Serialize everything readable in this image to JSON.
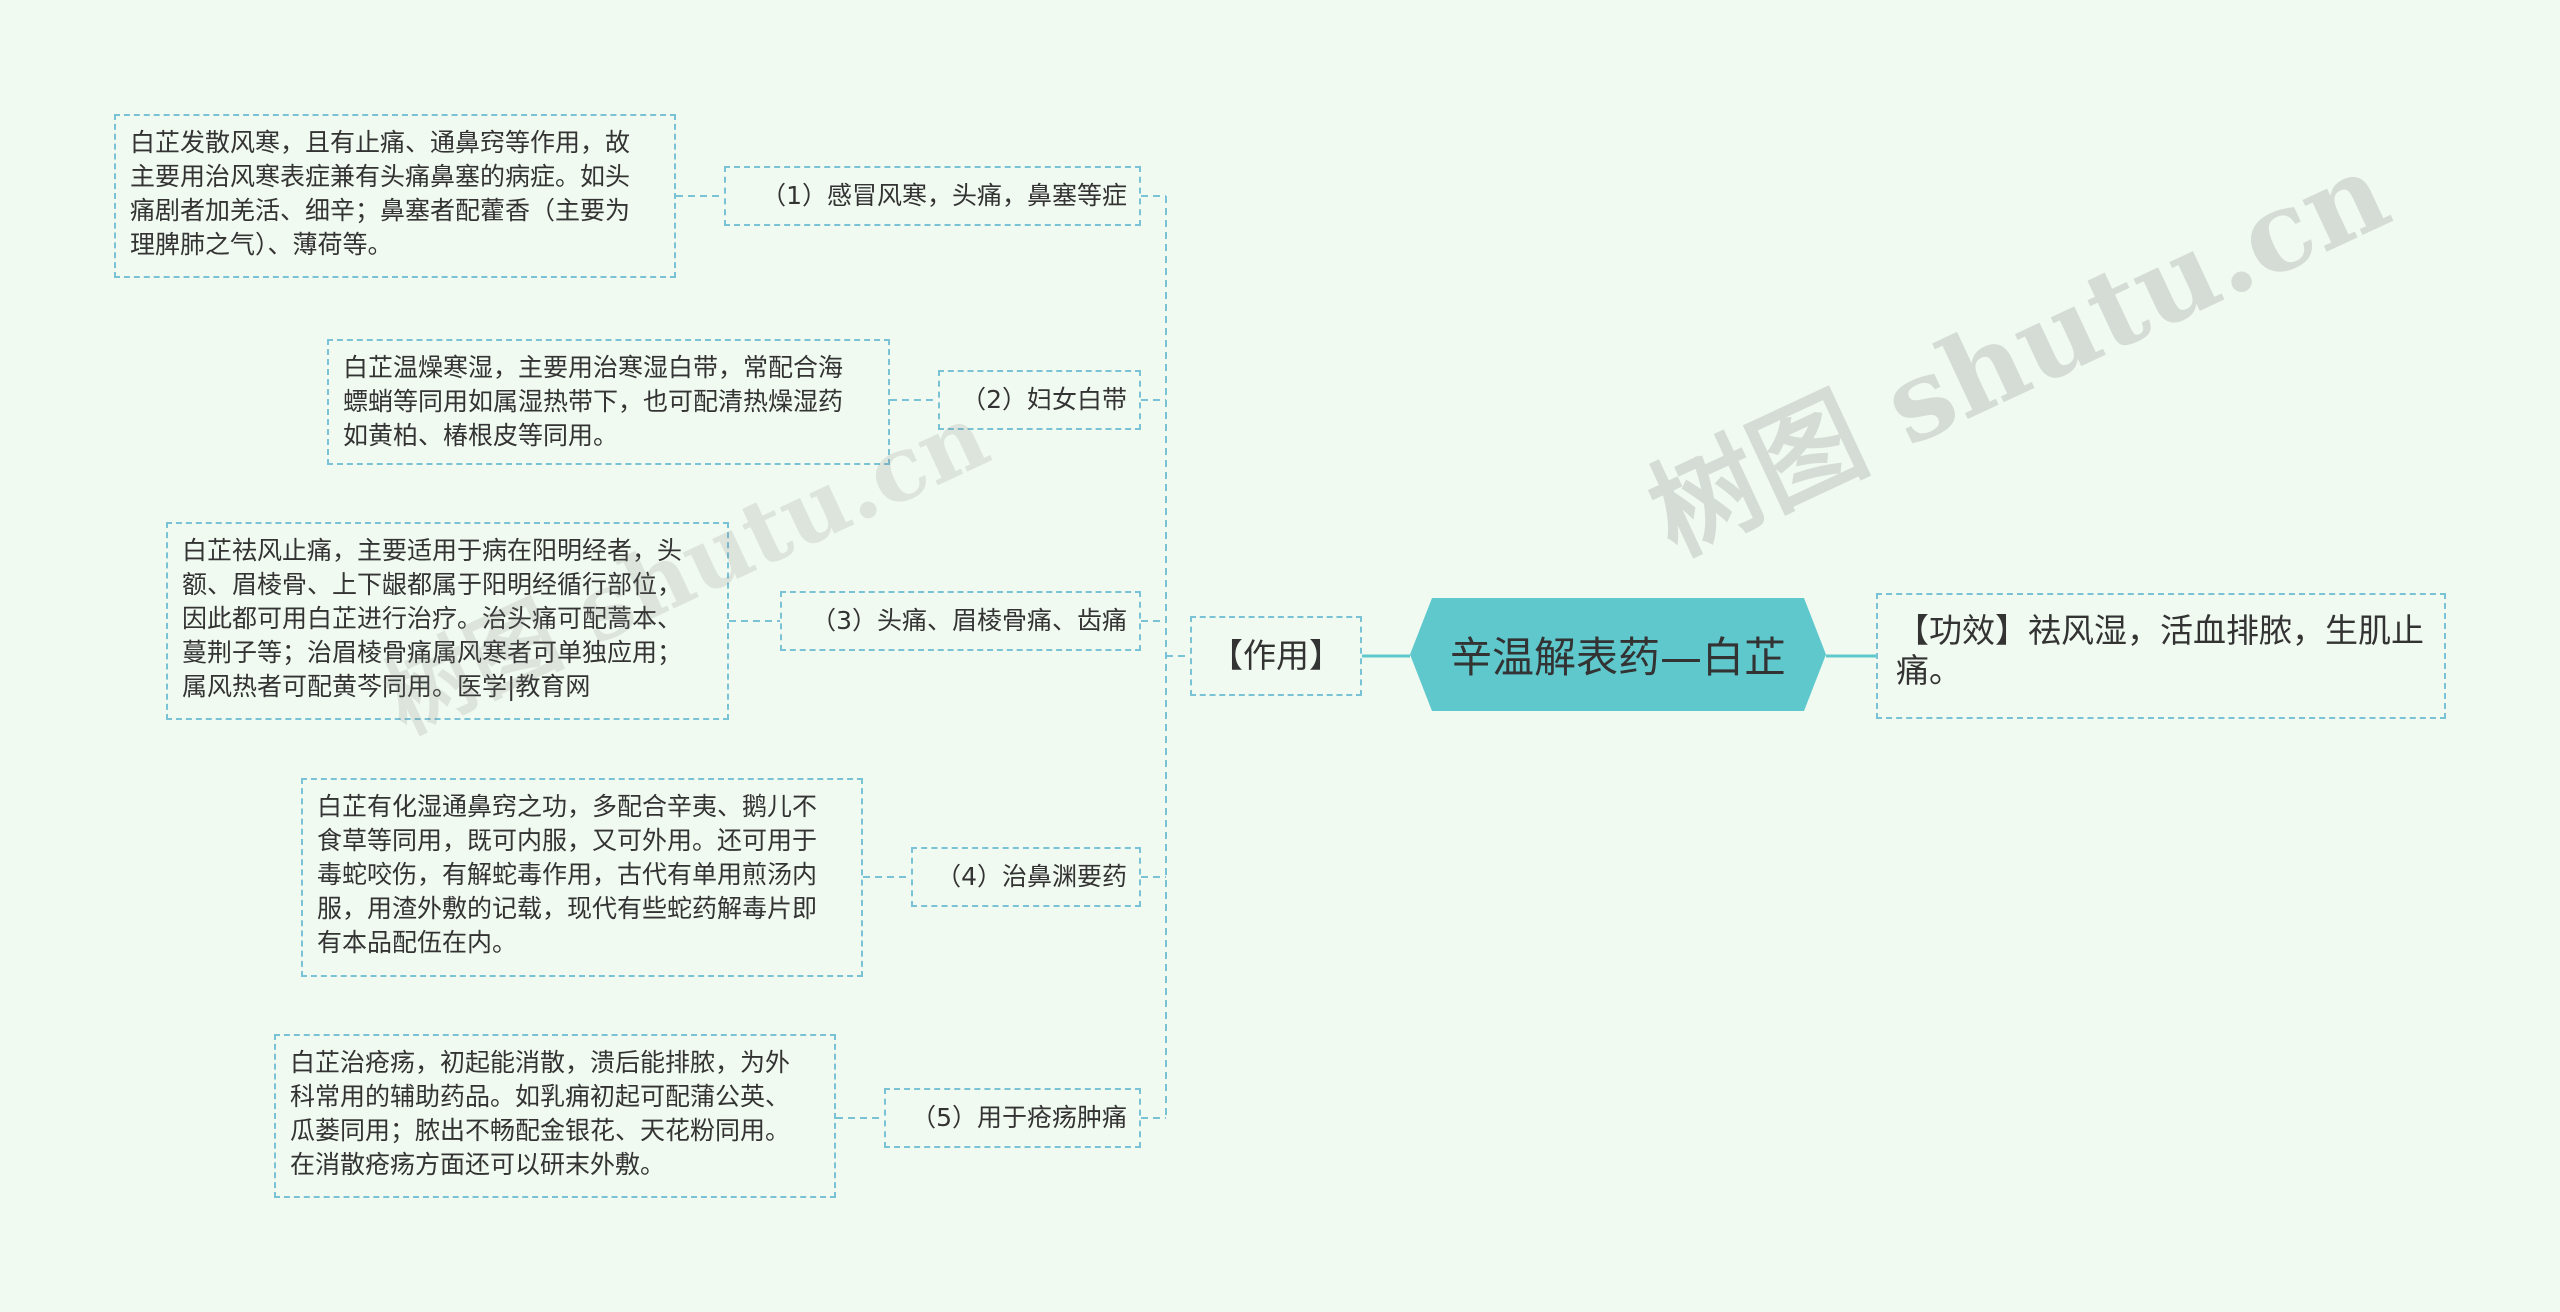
{
  "colors": {
    "background": "#f1faf0",
    "center_fill": "#5ec8cd",
    "border": "#7ac3d6",
    "line": "#7ac3d6",
    "text": "#333333"
  },
  "center": {
    "title": "辛温解表药—白芷"
  },
  "right": {
    "text": "【功效】祛风湿，活血排脓，生肌止痛。"
  },
  "mid": {
    "label": "【作用】"
  },
  "branches": [
    {
      "label": "（1）感冒风寒，头痛，鼻塞等症",
      "detail": "白芷发散风寒，且有止痛、通鼻窍等作用，故\n主要用治风寒表症兼有头痛鼻塞的病症。如头\n痛剧者加羌活、细辛；鼻塞者配藿香（主要为\n理脾肺之气）、薄荷等。"
    },
    {
      "label": "（2）妇女白带",
      "detail": "白芷温燥寒湿，主要用治寒湿白带，常配合海\n螵蛸等同用如属湿热带下，也可配清热燥湿药\n如黄柏、椿根皮等同用。"
    },
    {
      "label": "（3）头痛、眉棱骨痛、齿痛",
      "detail": "白芷祛风止痛，主要适用于病在阳明经者，头\n额、眉棱骨、上下龈都属于阳明经循行部位，\n因此都可用白芷进行治疗。治头痛可配蒿本、\n蔓荆子等；治眉棱骨痛属风寒者可单独应用；\n属风热者可配黄芩同用。医学|教育网"
    },
    {
      "label": "（4）治鼻渊要药",
      "detail": "白芷有化湿通鼻窍之功，多配合辛夷、鹅儿不\n食草等同用，既可内服，又可外用。还可用于\n毒蛇咬伤，有解蛇毒作用，古代有单用煎汤内\n服，用渣外敷的记载，现代有些蛇药解毒片即\n有本品配伍在内。"
    },
    {
      "label": "（5）用于疮疡肿痛",
      "detail": "白芷治疮疡，初起能消散，溃后能排脓，为外\n科常用的辅助药品。如乳痈初起可配蒲公英、\n瓜蒌同用；脓出不畅配金银花、天花粉同用。\n在消散疮疡方面还可以研末外敷。"
    }
  ],
  "watermark": "树图 shutu.cn"
}
